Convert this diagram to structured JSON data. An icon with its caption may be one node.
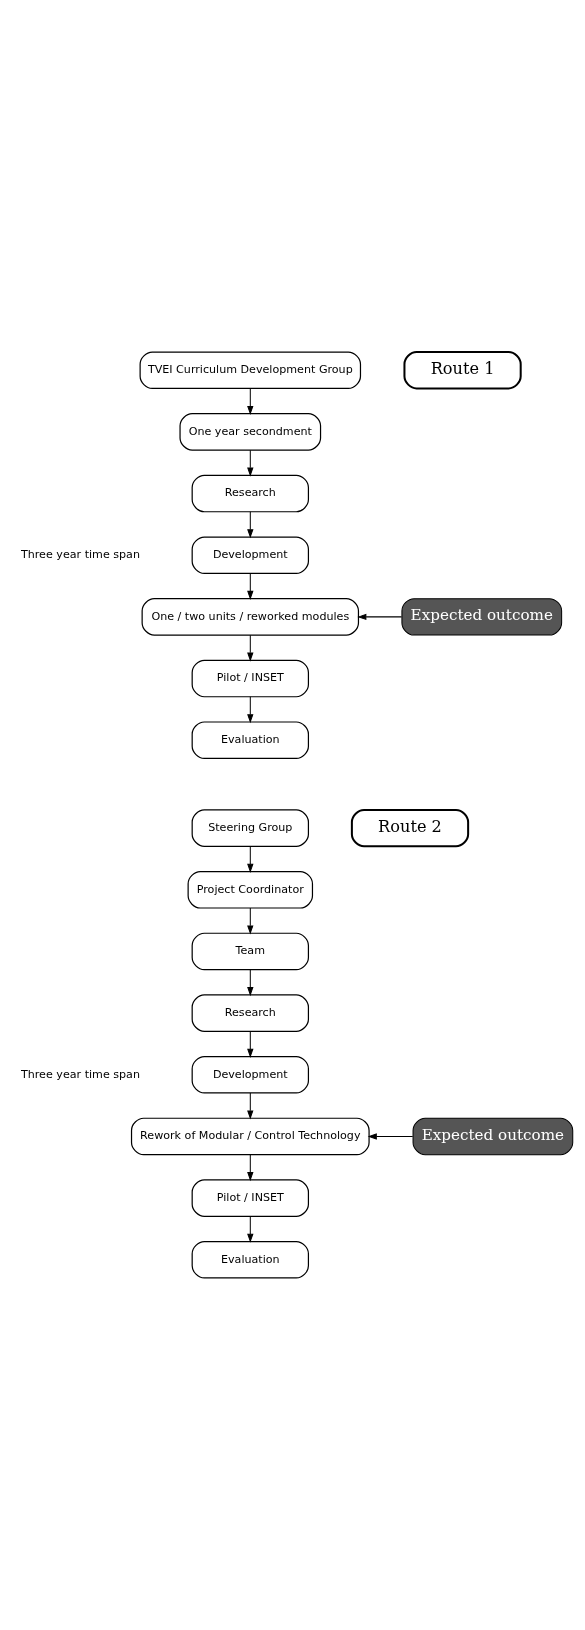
{
  "diagram": {
    "nodes": [
      {
        "text": [
          "TVEI Curriculum Development Group"
        ]
      },
      {
        "text": [
          "Route 1"
        ]
      },
      {
        "text": [
          "One year secondment"
        ]
      },
      {
        "text": [
          "Research"
        ]
      },
      {
        "text": [
          "Development"
        ]
      },
      {
        "text": [
          "One / two units / reworked modules"
        ]
      },
      {
        "text": [
          "Expected outcome"
        ]
      },
      {
        "text": [
          "Pilot / INSET"
        ]
      },
      {
        "text": [
          "Evaluation"
        ]
      },
      {
        "text": [
          "Steering Group"
        ]
      },
      {
        "text": [
          "Route 2"
        ]
      },
      {
        "text": [
          "Project Coordinator"
        ]
      },
      {
        "text": [
          "Team"
        ]
      },
      {
        "text": [
          "Research"
        ]
      },
      {
        "text": [
          "Development"
        ]
      },
      {
        "text": [
          "Rework of Modular / Control Technology"
        ]
      },
      {
        "text": [
          "Expected outcome"
        ]
      },
      {
        "text": [
          "Pilot / INSET"
        ]
      },
      {
        "text": [
          "Evaluation"
        ]
      }
    ],
    "edges": [
      {
        "from": 0,
        "to": 2,
        "arrow": "to"
      },
      {
        "from": 2,
        "to": 3,
        "arrow": "to"
      },
      {
        "from": 3,
        "to": 4,
        "arrow": "to"
      },
      {
        "from": 4,
        "to": 5,
        "arrow": "to"
      },
      {
        "from": 6,
        "to": 5,
        "arrow": "to"
      },
      {
        "from": 5,
        "to": 7,
        "arrow": "to"
      },
      {
        "from": 7,
        "to": 8,
        "arrow": "to"
      },
      {
        "from": 9,
        "to": 11,
        "arrow": "to"
      },
      {
        "from": 11,
        "to": 12,
        "arrow": "to"
      },
      {
        "from": 12,
        "to": 13,
        "arrow": "to"
      },
      {
        "from": 13,
        "to": 14,
        "arrow": "to"
      },
      {
        "from": 14,
        "to": 15,
        "arrow": "to"
      },
      {
        "from": 16,
        "to": 15,
        "arrow": "to"
      },
      {
        "from": 15,
        "to": 17,
        "arrow": "to"
      },
      {
        "from": 17,
        "to": 18,
        "arrow": "to"
      }
    ],
    "labels": [
      "Three year time span",
      "Three year time span"
    ]
  }
}
